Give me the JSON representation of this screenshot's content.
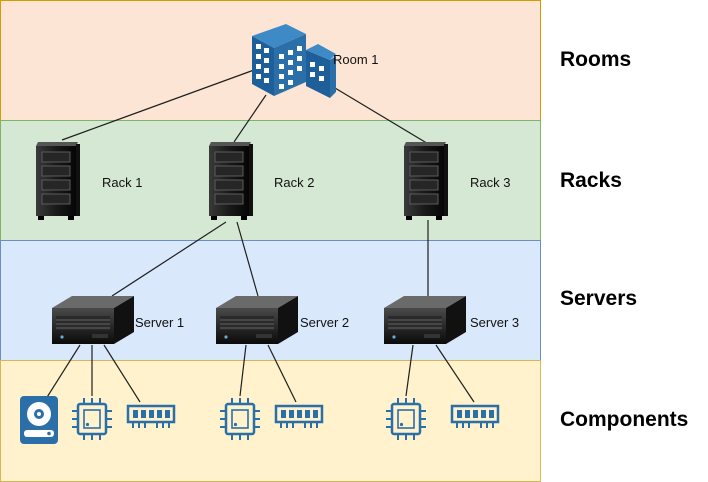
{
  "colors": {
    "rooms_fill": "#fce5d4",
    "rooms_stroke": "#d79b00",
    "racks_fill": "#d5e8d4",
    "racks_stroke": "#82b366",
    "servers_fill": "#dae8fc",
    "servers_stroke": "#6c8ebf",
    "components_fill": "#fff2cc",
    "components_stroke": "#d6b656",
    "icon_blue": "#2b6fa8",
    "line": "#1f1f1f"
  },
  "tiers": {
    "rooms": "Rooms",
    "racks": "Racks",
    "servers": "Servers",
    "components": "Components"
  },
  "nodes": {
    "room1": "Room 1",
    "rack1": "Rack 1",
    "rack2": "Rack 2",
    "rack3": "Rack 3",
    "server1": "Server 1",
    "server2": "Server 2",
    "server3": "Server 3"
  },
  "icons": {
    "room": "building-icon",
    "rack": "server-rack-icon",
    "server": "server-chassis-icon",
    "disk": "hard-disk-icon",
    "cpu": "cpu-chip-icon",
    "ram": "memory-module-icon"
  }
}
